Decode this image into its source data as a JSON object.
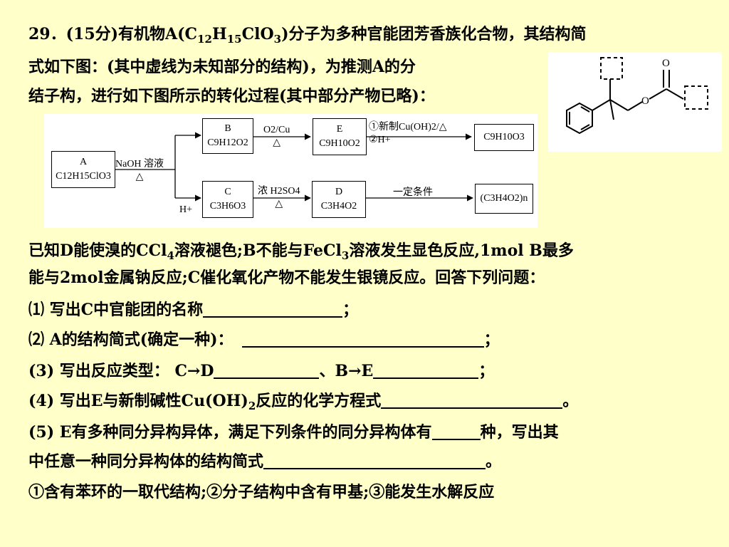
{
  "q": {
    "num": "29．",
    "score": "(15分)有机物A(C",
    "f1": "12",
    "h": "H",
    "f2": "15",
    "rest": "ClO",
    "f3": "3",
    "tail": ")分子为多种官能团芳香族化合物，其结构简",
    "l2": "式如下图：(其中虚线为未知部分的结构)，为推测A的分",
    "l3": "结子构，进行如下图所示的转化过程(其中部分产物已略)："
  },
  "flow": {
    "A_name": "A",
    "A_formula": "C12H15ClO3",
    "naoh": "NaOH 溶液",
    "delta": "△",
    "B_name": "B",
    "B_formula": "C9H12O2",
    "o2cu": "O2/Cu",
    "E_name": "E",
    "E_formula": "C9H10O2",
    "step1": "①新制Cu(OH)2/△",
    "step2": "②H+",
    "P_formula": "C9H10O3",
    "hplus": "H+",
    "C_name": "C",
    "C_formula": "C3H6O3",
    "h2so4": "浓 H2SO4",
    "D_name": "D",
    "D_formula": "C3H4O2",
    "cond": "一定条件",
    "poly": "(C3H4O2)n"
  },
  "body": {
    "k1": "已知D能使溴的CCl",
    "k1s": "4",
    "k1b": "溶液褪色;B不能与FeCl",
    "k1s2": "3",
    "k1c": "溶液发生显色反应,1mol B最多",
    "k2": "能与2mol金属钠反应;C催化氧化产物不能发生银镜反应。回答下列问题：",
    "q1": "⑴ 写出C中官能团的名称",
    "q1e": "；",
    "q2": "⑵ A的结构简式(确定一种)：",
    "q2e": "；",
    "q3": "(3) 写出反应类型： C→D",
    "q3m": "、B→E",
    "q3e": "；",
    "q4": "(4) 写出E与新制碱性Cu(OH)",
    "q4s": "2",
    "q4b": "反应的化学方程式",
    "q4e": "。",
    "q5": "(5) E有多种同分异构异体，满足下列条件的同分异构体有",
    "q5m": "种，写出其",
    "q5b": "中任意一种同分异构体的结构简式",
    "q5e": "。",
    "q5c": "①含有苯环的一取代结构;②分子结构中含有甲基;③能发生水解反应"
  },
  "structure": {
    "carbonyl_o": "O"
  }
}
